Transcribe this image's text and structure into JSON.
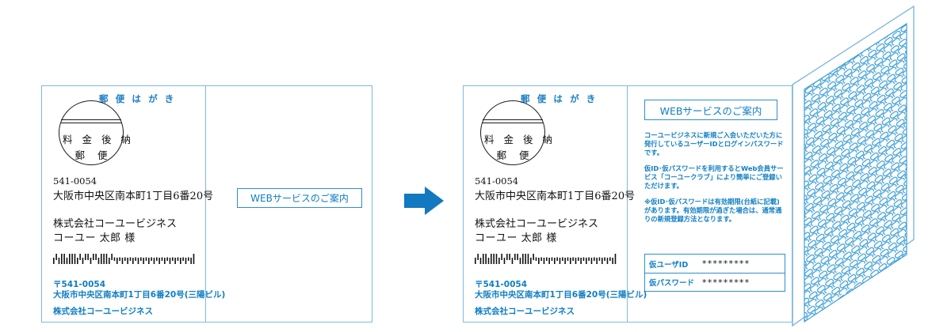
{
  "diagram": {
    "title": "WEBサービスのご案内ハガキ構成図",
    "accent_color": "#0f7ec4",
    "card_border_color": "#7fb9e0",
    "arrow_color": "#1278bf"
  },
  "postcard_front": {
    "hagaki_title": "郵 便 は が き",
    "stamp": {
      "line1": "料 金 後 納",
      "line2": "郵 便"
    },
    "recipient": {
      "zip": "541-0054",
      "address": "大阪市中央区南本町1丁目6番20号",
      "company": "株式会社コーユービジネス",
      "name": "コーユー 太郎 様"
    },
    "barcode_name": "customer-barcode",
    "sender": {
      "zip": "〒541-0054",
      "address": "大阪市中央区南本町1丁目6番20号(三陽ビル)",
      "company": "株式会社コーユービジネス"
    }
  },
  "card_before": {
    "banner_label": "WEBサービスのご案内"
  },
  "card_after": {
    "banner_label": "WEBサービスのご案内",
    "paragraphs": [
      "コーユービジネスに新規ご入会いただいた方に発行しているユーザーIDとログインパスワードです。",
      "仮ID･仮パスワードを利用するとWeb会員サービス「コーユークラブ」により簡単にご登録いただけます。",
      "※仮ID･仮パスワードは有効期限(台紙に記載)があります。有効期限が過ぎた場合は、通常通りの新規登録方法となります。"
    ],
    "credentials": [
      {
        "label": "仮ユーザID",
        "value": "*********"
      },
      {
        "label": "仮パスワード",
        "value": "*********"
      }
    ]
  },
  "arrow": {
    "icon": "arrow-right-icon"
  },
  "mount": {
    "icon": "hatched-mount-panel",
    "pattern_color": "#3f9fd8"
  }
}
